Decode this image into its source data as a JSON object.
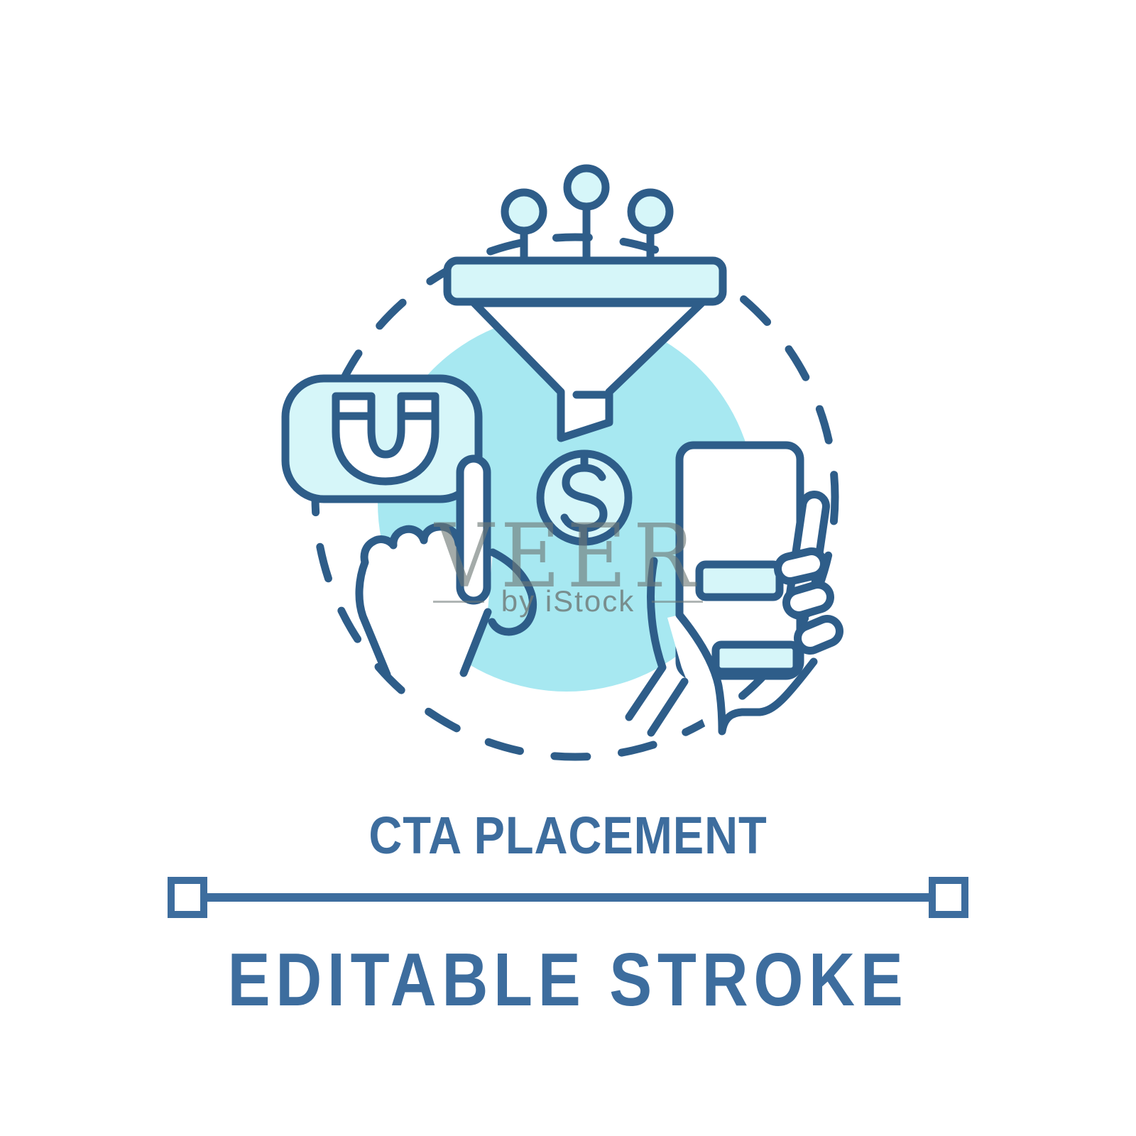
{
  "colors": {
    "stroke": "#2e5d89",
    "fill-light": "#d6f6f9",
    "fill-mid": "#a7e8f1",
    "text-blue": "#3d6d9e",
    "wm-gray": "#6e7876"
  },
  "title": {
    "label": "CTA PLACEMENT"
  },
  "footer": {
    "label": "EDITABLE STROKE"
  },
  "watermark": {
    "brand": "VEER",
    "byline": "by iStock"
  },
  "illustration": {
    "concept": "CTA placement concept icon",
    "icons": [
      "funnel-icon",
      "magnet-speech-bubble-icon",
      "pointing-hand-icon",
      "dollar-coin-icon",
      "hand-holding-smartphone-icon",
      "dashed-circle-frame",
      "editable-stroke-line"
    ]
  }
}
